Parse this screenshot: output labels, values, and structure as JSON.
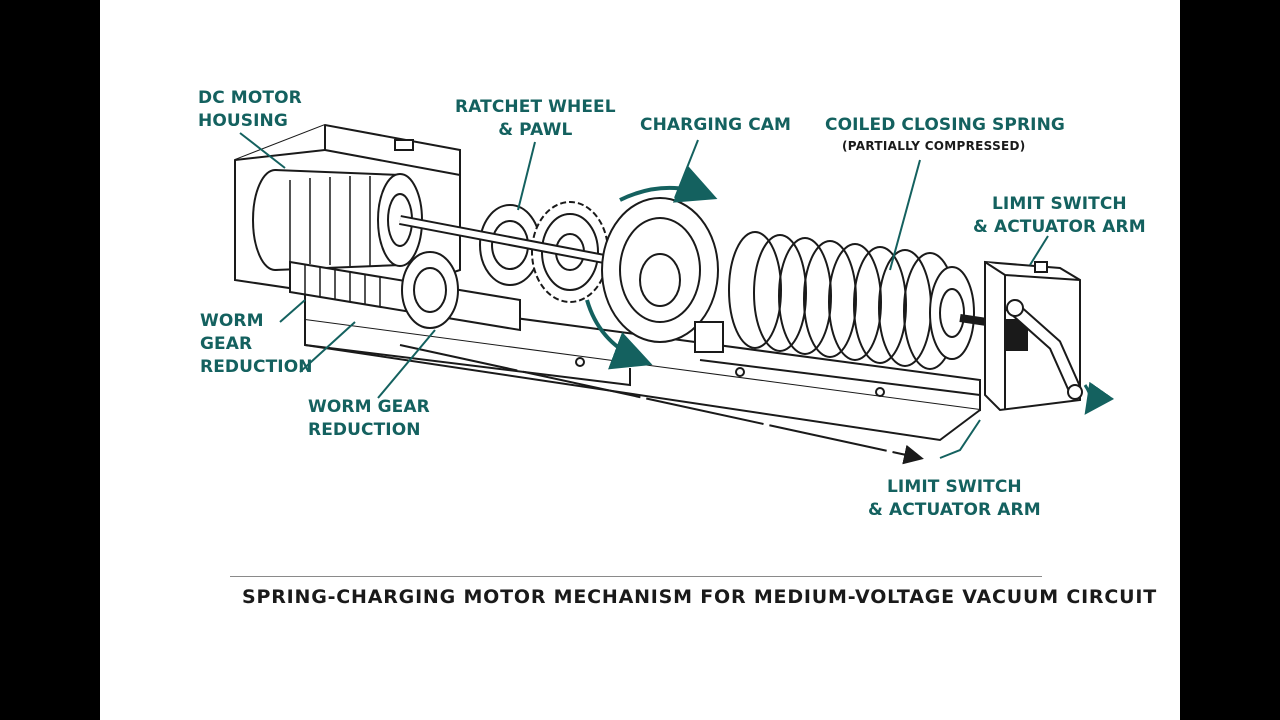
{
  "labels": {
    "dc_motor": "DC MOTOR\nHOUSING",
    "ratchet": "RATCHET WHEEL\n& PAWL",
    "charging_cam": "CHARGING CAM",
    "spring": "COILED CLOSING SPRING",
    "spring_note": "(PARTIALLY COMPRESSED)",
    "limit_top": "LIMIT SWITCH\n& ACTUATOR ARM",
    "worm_left": "WORM\nGEAR\nREDUCTION",
    "worm_center": "WORM GEAR\nREDUCTION",
    "limit_bottom": "LIMIT SWITCH\n& ACTUATOR ARM"
  },
  "caption": "SPRING-CHARGING MOTOR MECHANISM FOR MEDIUM-VOLTAGE VACUUM CIRCUIT",
  "colors": {
    "accent": "#14615f",
    "ink": "#1a1a1a",
    "background": "#ffffff"
  }
}
